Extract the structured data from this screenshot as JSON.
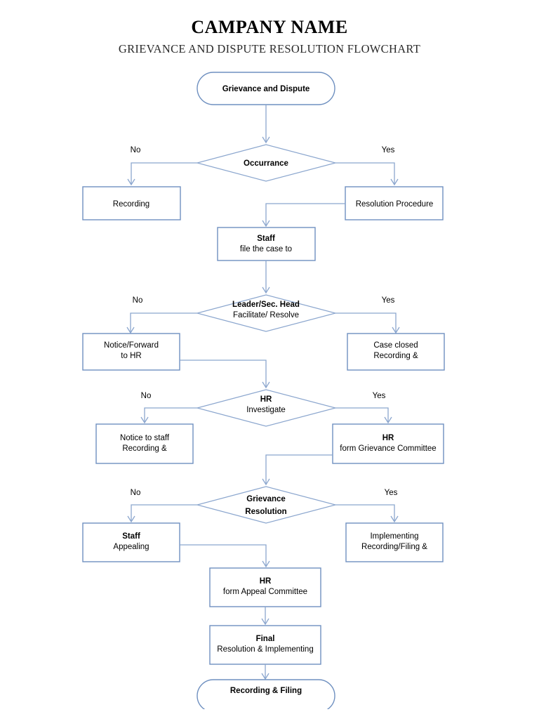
{
  "header": {
    "title": "CAMPANY NAME",
    "subtitle": "GRIEVANCE AND DISPUTE RESOLUTION FLOWCHART"
  },
  "colors": {
    "box_border": "#6f90c0",
    "diamond_border": "#8ba6ce",
    "connector": "#8ba6ce",
    "text": "#000000",
    "background": "#ffffff"
  },
  "nodes": {
    "start": {
      "line1": "Grievance and Dispute",
      "shape": "terminator"
    },
    "decision_occurrance": {
      "line1": "Occurrance",
      "shape": "decision"
    },
    "recording": {
      "line1": "Recording",
      "shape": "process"
    },
    "resolution_procedure": {
      "line1": "Resolution Procedure",
      "shape": "process"
    },
    "staff_file": {
      "line1": "Staff",
      "line2": "file the case to",
      "shape": "process"
    },
    "decision_leader": {
      "line1": "Leader/Sec. Head",
      "line2": "Facilitate/ Resolve",
      "shape": "decision"
    },
    "notice_forward_hr": {
      "line1": "Notice/Forward",
      "line2": "to HR",
      "shape": "process"
    },
    "case_closed": {
      "line1": "Case closed",
      "line2": "Recording &",
      "shape": "process"
    },
    "decision_hr_investigate": {
      "line1": "HR",
      "line2": "Investigate",
      "shape": "decision"
    },
    "notice_to_staff": {
      "line1": "Notice to staff",
      "line2": "Recording &",
      "shape": "process"
    },
    "hr_grievance_committee": {
      "line1": "HR",
      "line2": "form Grievance Committee",
      "shape": "process"
    },
    "decision_grievance_resolution": {
      "line1": "Grievance",
      "line2": "Resolution",
      "shape": "decision"
    },
    "staff_appealing": {
      "line1": "Staff",
      "line2": "Appealing",
      "shape": "process"
    },
    "implementing": {
      "line1": "Implementing",
      "line2": "Recording/Filing &",
      "shape": "process"
    },
    "hr_appeal_committee": {
      "line1": "HR",
      "line2": "form Appeal Committee",
      "shape": "process"
    },
    "final_resolution": {
      "line1": "Final",
      "line2": "Resolution & Implementing",
      "shape": "process"
    },
    "end": {
      "line1": "Recording & Filing",
      "shape": "terminator"
    }
  },
  "branch_labels": {
    "occurrance_no": "No",
    "occurrance_yes": "Yes",
    "leader_no": "No",
    "leader_yes": "Yes",
    "hr_no": "No",
    "hr_yes": "Yes",
    "grievance_no": "No",
    "grievance_yes": "Yes"
  }
}
